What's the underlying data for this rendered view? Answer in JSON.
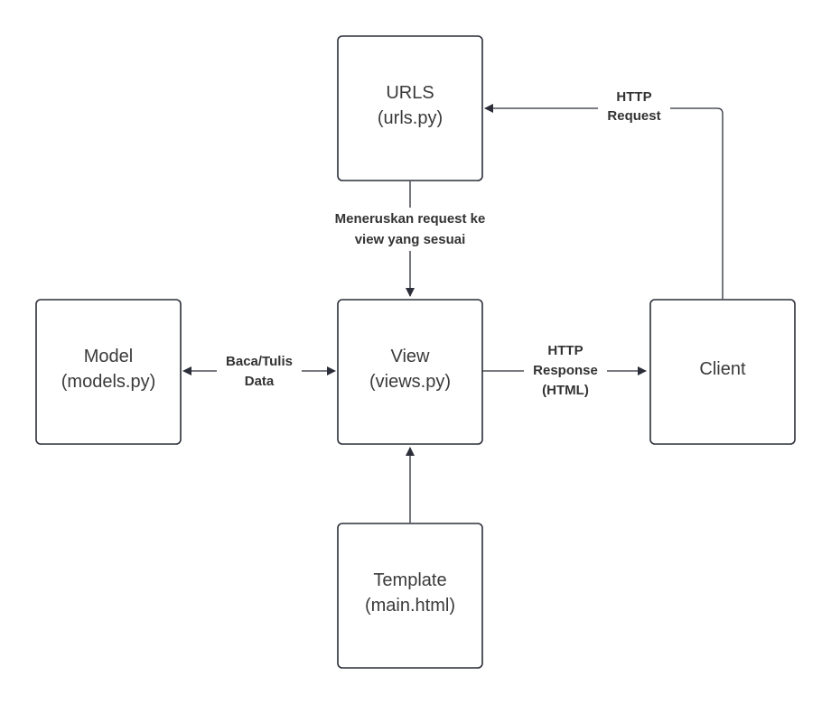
{
  "diagram": {
    "colors": {
      "background": "#ffffff",
      "box_stroke": "#2b2e38",
      "box_fill": "#ffffff",
      "text": "#3a3a3a",
      "arrow": "#2b2e38"
    },
    "nodes": {
      "urls": {
        "line1": "URLS",
        "line2": "(urls.py)"
      },
      "model": {
        "line1": "Model",
        "line2": "(models.py)"
      },
      "view": {
        "line1": "View",
        "line2": "(views.py)"
      },
      "client": {
        "line1": "Client"
      },
      "template": {
        "line1": "Template",
        "line2": "(main.html)"
      }
    },
    "edges": {
      "request": {
        "line1": "HTTP",
        "line2": "Request"
      },
      "forward": {
        "line1": "Meneruskan request ke",
        "line2": "view yang sesuai"
      },
      "readwrite": {
        "line1": "Baca/Tulis",
        "line2": "Data"
      },
      "response": {
        "line1": "HTTP",
        "line2": "Response",
        "line3": "(HTML)"
      }
    }
  }
}
